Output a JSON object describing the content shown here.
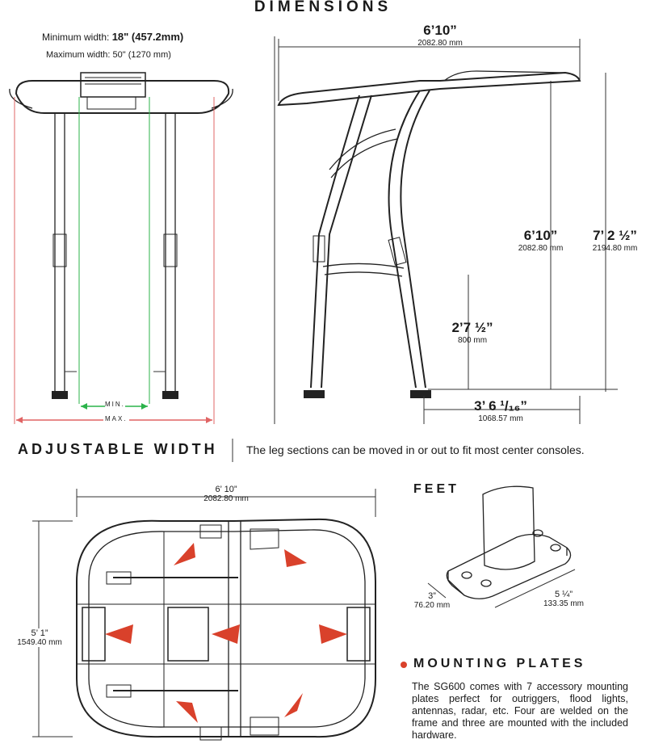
{
  "header": {
    "title": "DIMENSIONS"
  },
  "front_view": {
    "min_width_label": "Minimum width: ",
    "min_width_value": "18\" (457.2mm)",
    "max_width_label": "Maximum width: ",
    "max_width_value": "50\" (1270 mm)",
    "min_tag": "MIN.",
    "max_tag": "MAX."
  },
  "side_view": {
    "top_length": {
      "imperial": "6’10”",
      "metric": "2082.80 mm"
    },
    "inner_height": {
      "imperial": "6’10”",
      "metric": "2082.80 mm"
    },
    "overall_height": {
      "imperial": "7’ 2 ½”",
      "metric": "2194.80 mm"
    },
    "lower_height": {
      "imperial": "2’7 ½”",
      "metric": "800 mm"
    },
    "base_depth": {
      "imperial": "3’ 6 ¹/₁₆”",
      "metric": "1068.57 mm"
    }
  },
  "adjustable": {
    "title": "ADJUSTABLE WIDTH",
    "description": "The leg sections can be moved in or out to fit most center consoles."
  },
  "top_view": {
    "length": {
      "imperial": "6’ 10”",
      "metric": "2082.80 mm"
    },
    "width": {
      "imperial": "5’ 1”",
      "metric": "1549.40 mm"
    }
  },
  "feet": {
    "title": "FEET",
    "depth": {
      "imperial": "3”",
      "metric": "76.20 mm"
    },
    "length": {
      "imperial": "5 ¼”",
      "metric": "133.35 mm"
    }
  },
  "mounting": {
    "title": "MOUNTING PLATES",
    "description": "The SG600 comes with 7 accessory mounting plates perfect for outriggers, flood lights, antennas, radar, etc. Four are welded on the frame and three are mounted with the included hardware.",
    "bullet_color": "#d9412b"
  },
  "colors": {
    "arrow_red": "#d9412b",
    "guide_green": "#2bb34a",
    "guide_red": "#e06464"
  }
}
